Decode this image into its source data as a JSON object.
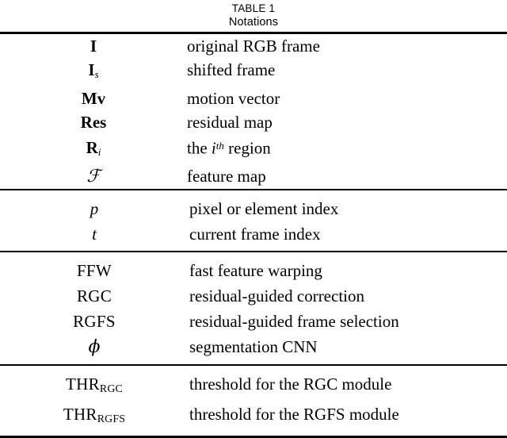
{
  "caption": {
    "table_label": "TABLE 1",
    "title": "Notations"
  },
  "table": {
    "groups": [
      {
        "rows": [
          {
            "symbol_text": "I",
            "description": "original RGB frame"
          },
          {
            "symbol_text": "Is",
            "description": "shifted frame"
          },
          {
            "symbol_text": "Mv",
            "description": "motion vector"
          },
          {
            "symbol_text": "Res",
            "description": "residual map"
          },
          {
            "symbol_text": "Ri",
            "description": "the ith region"
          },
          {
            "symbol_text": "F",
            "description": "feature map"
          }
        ]
      },
      {
        "rows": [
          {
            "symbol_text": "p",
            "description": "pixel or element index"
          },
          {
            "symbol_text": "t",
            "description": "current frame index"
          }
        ]
      },
      {
        "rows": [
          {
            "symbol_text": "FFW",
            "description": "fast feature warping"
          },
          {
            "symbol_text": "RGC",
            "description": "residual-guided correction"
          },
          {
            "symbol_text": "RGFS",
            "description": "residual-guided frame selection"
          },
          {
            "symbol_text": "ϕ",
            "description": "segmentation CNN"
          }
        ]
      },
      {
        "rows": [
          {
            "symbol_text": "THRRGC",
            "description": "threshold for the RGC module"
          },
          {
            "symbol_text": "THRRGFS",
            "description": "threshold for the RGFS module"
          }
        ]
      }
    ],
    "symbol_parts": {
      "I_base": "I",
      "Is_base": "I",
      "Is_sub": "s",
      "Mv": "Mv",
      "Res": "Res",
      "R_base": "R",
      "R_sub": "i",
      "F_script": "ℱ",
      "p": "p",
      "t": "t",
      "FFW": "FFW",
      "RGC": "RGC",
      "RGFS": "RGFS",
      "phi": "ϕ",
      "THR": "THR",
      "THR_sub_rgc": "RGC",
      "THR_sub_rgfs": "RGFS"
    },
    "desc_parts": {
      "region_pre": "the ",
      "region_i": "i",
      "region_sup": "th",
      "region_post": " region"
    }
  }
}
